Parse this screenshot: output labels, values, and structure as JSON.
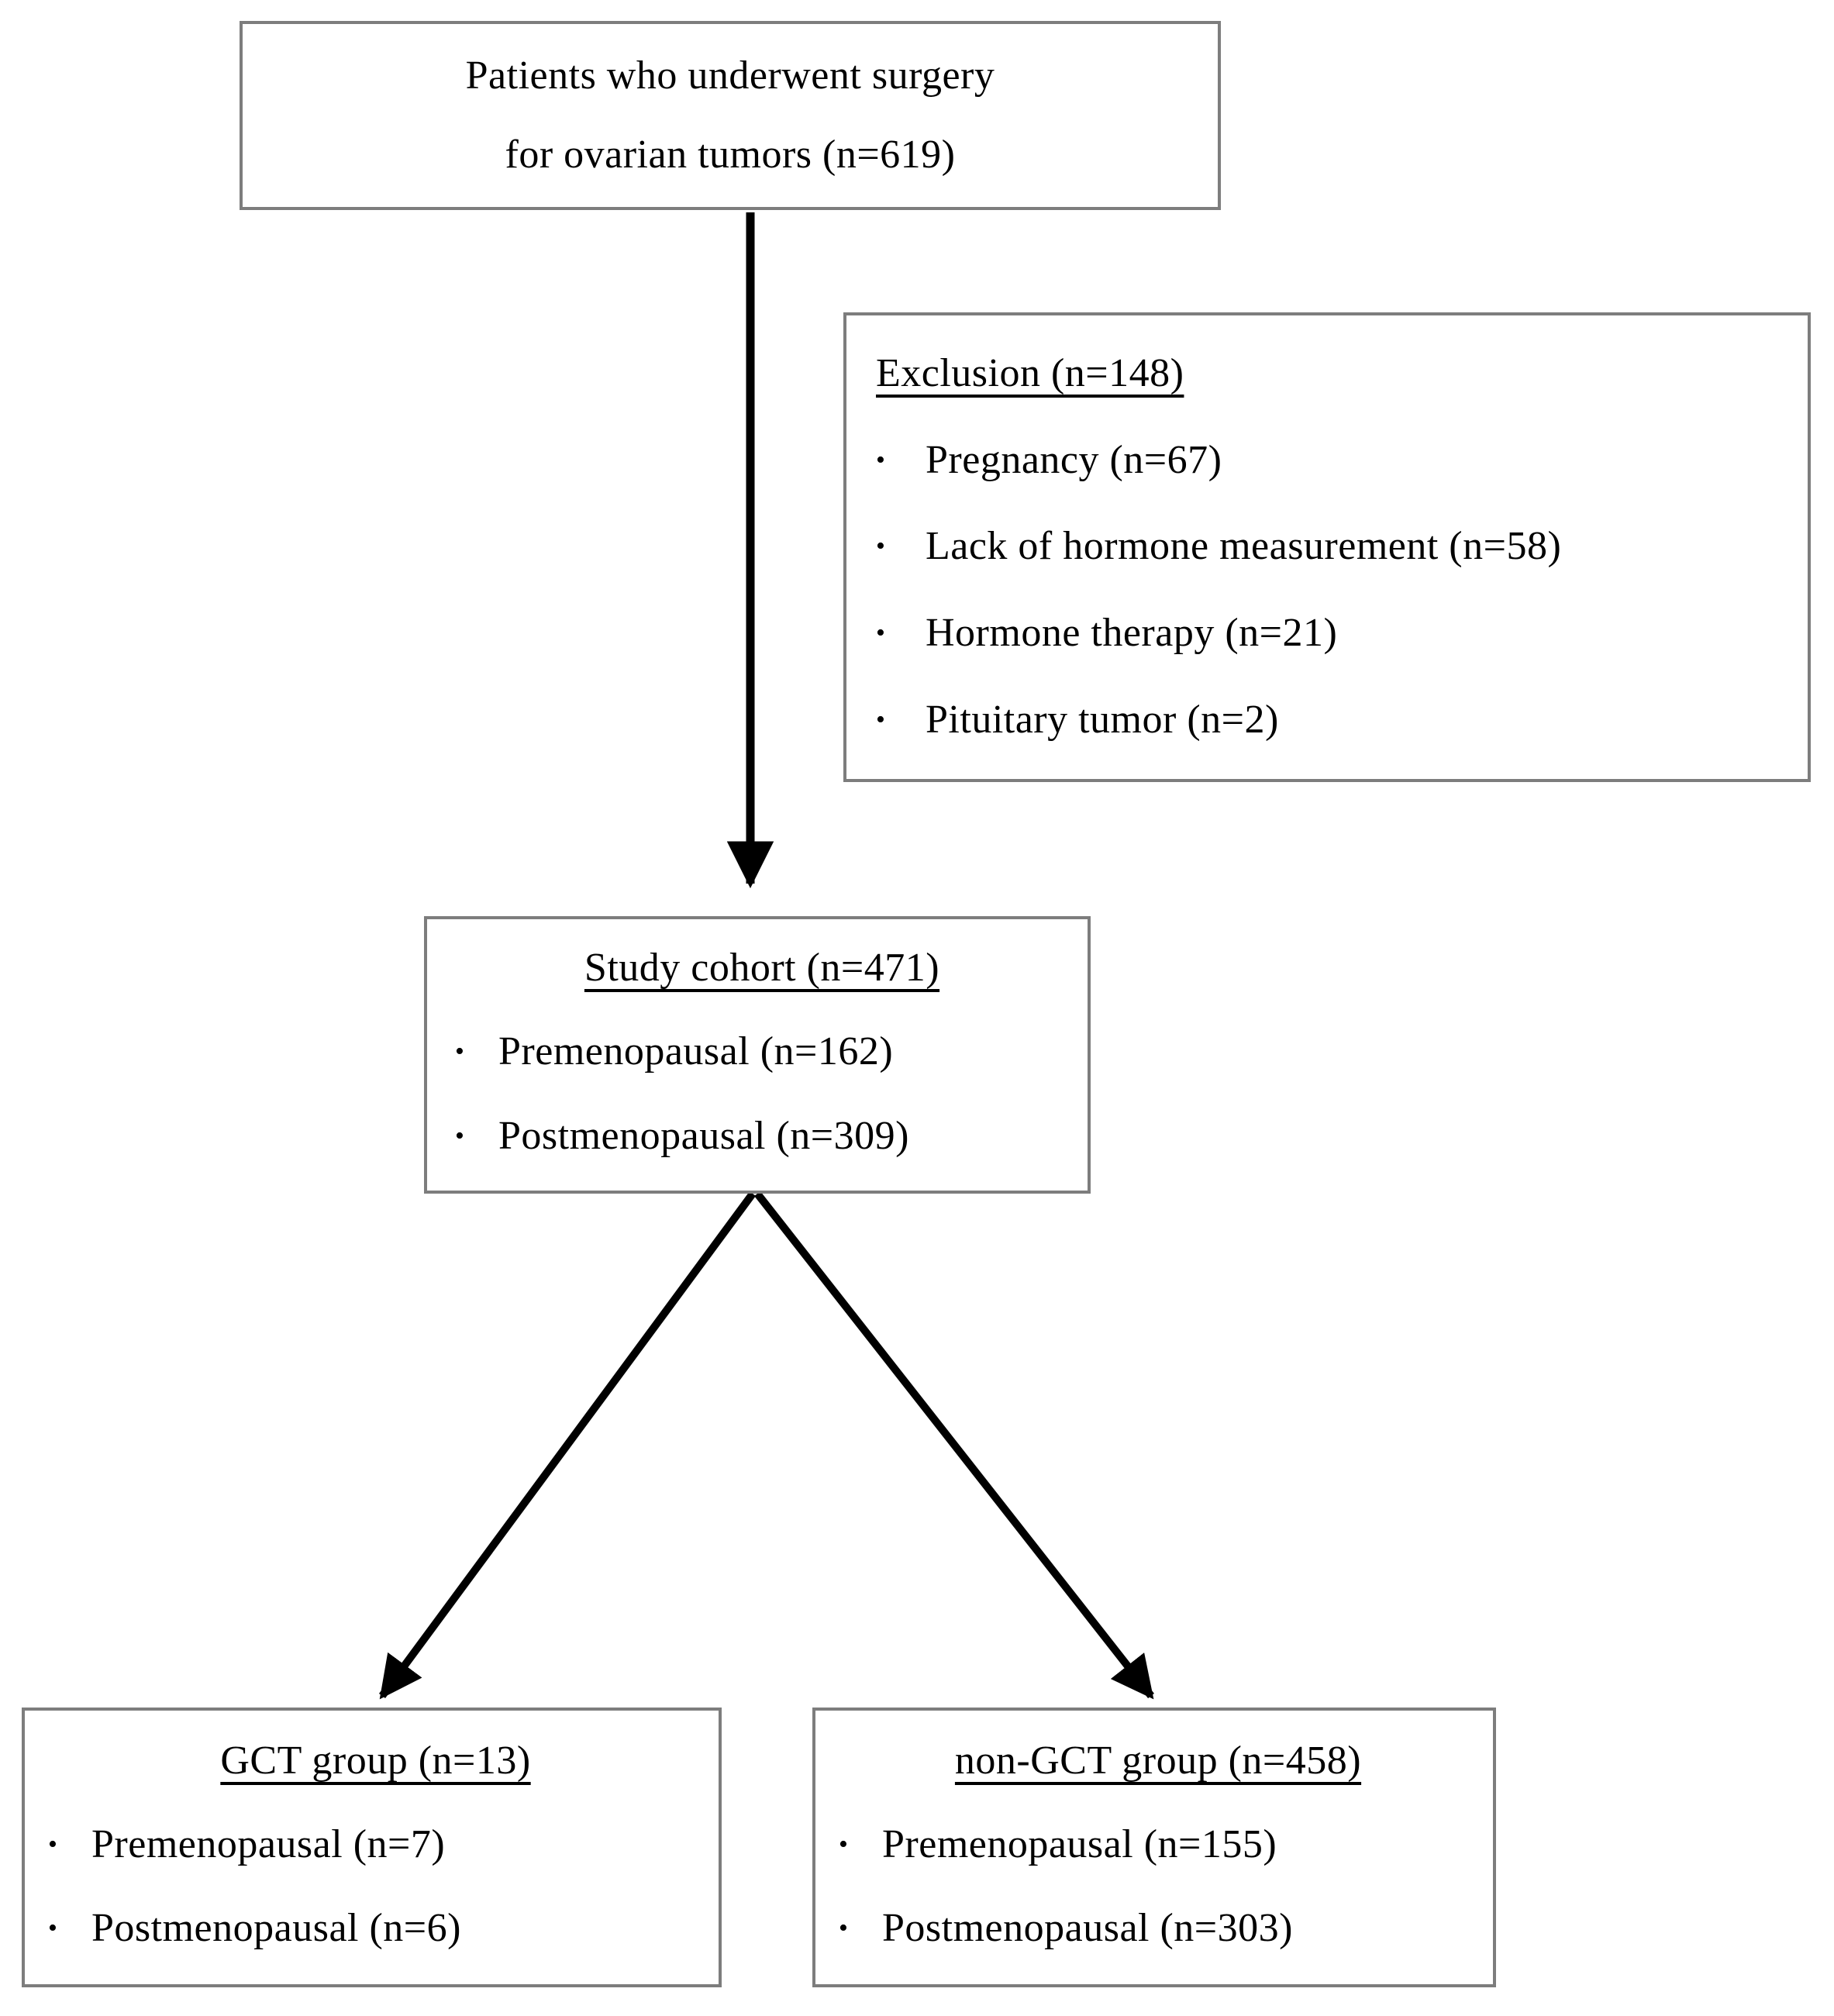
{
  "bullet": "•",
  "colors": {
    "border": "#7d7d7d",
    "text": "#000000",
    "arrow": "#000000",
    "background": "#ffffff"
  },
  "boxes": {
    "surgery": {
      "line1": "Patients who underwent surgery",
      "line2": "for ovarian tumors (n=619)"
    },
    "exclusion": {
      "title": "Exclusion (n=148)",
      "items": [
        "Pregnancy (n=67)",
        "Lack of hormone measurement (n=58)",
        "Hormone therapy (n=21)",
        "Pituitary tumor (n=2)"
      ]
    },
    "cohort": {
      "title": "Study cohort (n=471)",
      "items": [
        "Premenopausal (n=162)",
        "Postmenopausal (n=309)"
      ]
    },
    "gct": {
      "title": "GCT group (n=13)",
      "items": [
        "Premenopausal (n=7)",
        "Postmenopausal (n=6)"
      ]
    },
    "non_gct": {
      "title": "non-GCT group (n=458)",
      "items": [
        "Premenopausal (n=155)",
        "Postmenopausal (n=303)"
      ]
    }
  }
}
